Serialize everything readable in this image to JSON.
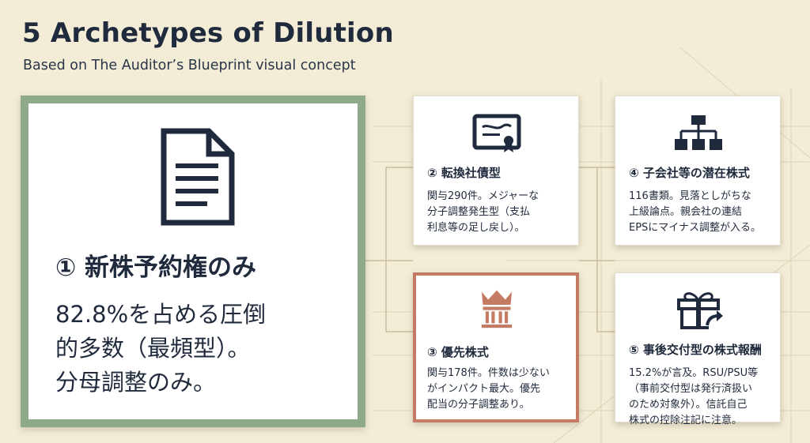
{
  "header": {
    "title": "5 Archetypes of Dilution",
    "subtitle": "Based on The Auditor’s Blueprint visual concept"
  },
  "colors": {
    "background": "#f3ecd6",
    "text": "#1f2a3c",
    "main_border": "#8da98a",
    "highlight_border": "#c57b63",
    "icon_accent": "#c57b63"
  },
  "cards": [
    {
      "id": "1",
      "icon": "document-icon",
      "title": "① 新株予約権のみ",
      "desc_lines": [
        "82.8%を占める圧倒",
        "的多数（最頻型）。",
        "分母調整のみ。"
      ]
    },
    {
      "id": "2",
      "icon": "certificate-icon",
      "title": "② 転換社債型",
      "desc_lines": [
        "関与290件。メジャーな",
        "分子調整発生型（支払",
        "利息等の足し戻し）。"
      ]
    },
    {
      "id": "4",
      "icon": "org-chart-icon",
      "title": "④ 子会社等の潜在株式",
      "desc_lines": [
        "116書類。見落としがちな",
        "上級論点。親会社の連結",
        "EPSにマイナス調整が入る。"
      ]
    },
    {
      "id": "3",
      "icon": "crown-pillar-icon",
      "title": "③ 優先株式",
      "desc_lines": [
        "関与178件。件数は少ない",
        "がインパクト最大。優先",
        "配当の分子調整あり。"
      ]
    },
    {
      "id": "5",
      "icon": "gift-icon",
      "title": "⑤ 事後交付型の株式報酬",
      "desc_lines": [
        "15.2%が言及。RSU/PSU等",
        "（事前交付型は発行済扱い",
        "のため対象外）。信託自己",
        "株式の控除注記に注意。"
      ]
    }
  ]
}
